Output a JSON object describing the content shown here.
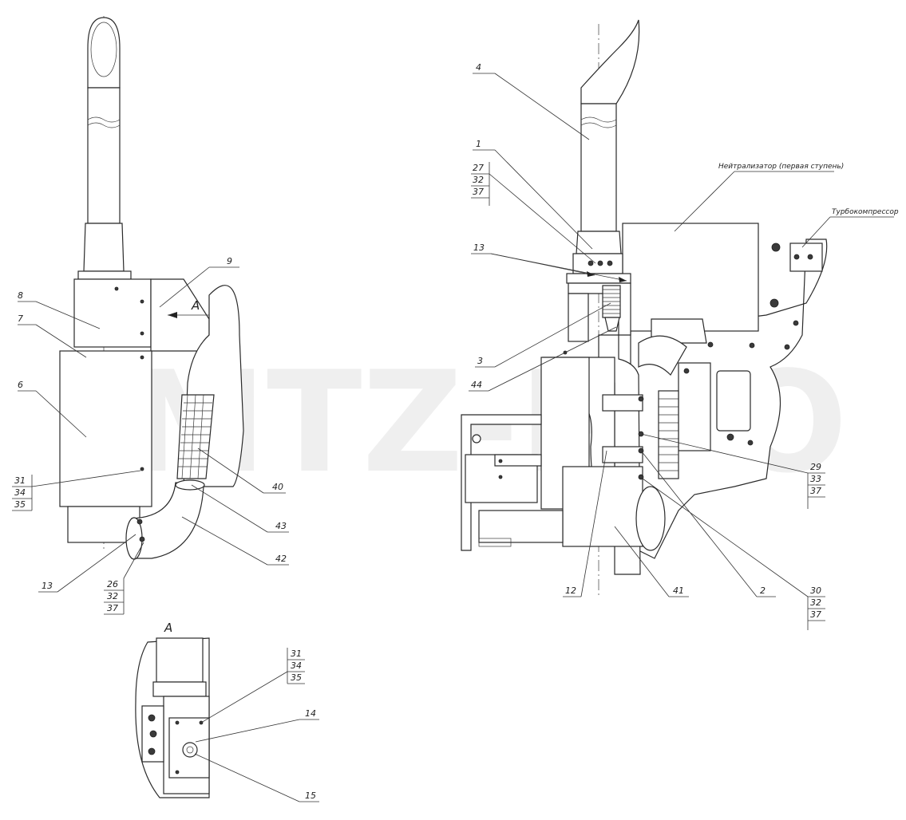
{
  "watermark": "MTZ-PRO",
  "view_labels": {
    "arrow": "A",
    "detail": "A"
  },
  "callouts": {
    "left_view": {
      "n9": "9",
      "n8": "8",
      "n7": "7",
      "n6": "6",
      "n31": "31",
      "n34": "34",
      "n35": "35",
      "n40": "40",
      "n43": "43",
      "n42": "42",
      "n13": "13",
      "n26": "26",
      "n32": "32",
      "n37": "37"
    },
    "right_view": {
      "n4": "4",
      "n1": "1",
      "n27": "27",
      "n32a": "32",
      "n37a": "37",
      "n13": "13",
      "n3": "3",
      "n44": "44",
      "n29": "29",
      "n33": "33",
      "n37b": "37",
      "n12": "12",
      "n41": "41",
      "n2": "2",
      "n30": "30",
      "n32b": "32",
      "n37c": "37",
      "catalyst": "Нейтрализатор (первая ступень)",
      "turbo": "Турбокомпрессор"
    },
    "detail_view": {
      "n31": "31",
      "n34": "34",
      "n35": "35",
      "n14": "14",
      "n15": "15"
    }
  }
}
